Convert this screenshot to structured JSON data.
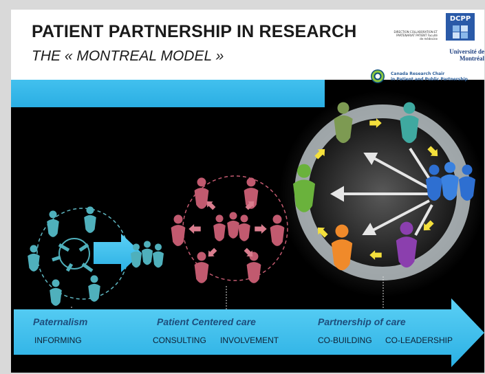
{
  "slide": {
    "title": "PATIENT PARTNERSHIP IN RESEARCH",
    "subtitle": "THE « MONTREAL MODEL »"
  },
  "logos": {
    "udem_small": "DIRECTION COLLABORATION ET PARTENARIAT PATIENT Faculté de médecine",
    "dcpp": "DCPP",
    "udem_name": "Université de Montréal",
    "chair": "Canada Research Chair\nin Patient and Public Partnership"
  },
  "arrow": {
    "stages": [
      {
        "name": "Paternalism",
        "levels": [
          "INFORMING"
        ]
      },
      {
        "name": "Patient Centered care",
        "levels": [
          "CONSULTING",
          "INVOLVEMENT"
        ]
      },
      {
        "name": "Partnership of care",
        "levels": [
          "CO-BUILDING",
          "CO-LEADERSHIP"
        ]
      }
    ]
  },
  "colors": {
    "accent_blue": "#42c0ee",
    "paternalism": "#4fb8c4",
    "patient_centered": "#c55a6e",
    "partnership_green": "#8cc63f",
    "partnership_teal": "#3fa9a0",
    "partnership_blue": "#2e6fd1",
    "partnership_purple": "#8b3fae",
    "partnership_orange": "#f08a2a"
  }
}
